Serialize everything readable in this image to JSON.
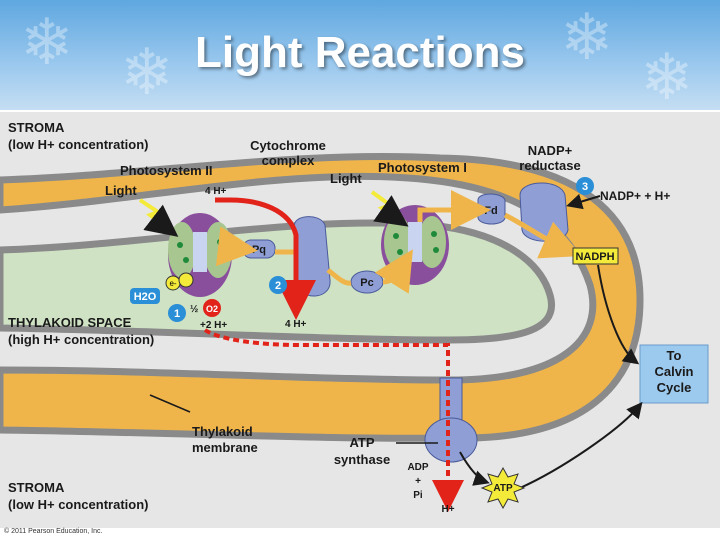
{
  "slide": {
    "title": "Light Reactions"
  },
  "labels": {
    "stroma_top": "STROMA",
    "stroma_top_sub": "(low H+ concentration)",
    "photosystem2": "Photosystem II",
    "cytochrome_line1": "Cytochrome",
    "cytochrome_line2": "complex",
    "photosystem1": "Photosystem I",
    "nadp_reductase_line1": "NADP+",
    "nadp_reductase_line2": "reductase",
    "light_left": "Light",
    "light_right": "Light",
    "h_in": "4 H+",
    "pq": "Pq",
    "pc": "Pc",
    "fd": "Fd",
    "nadp_plus_h": "NADP+ + H+",
    "nadph": "NADPH",
    "h2o": "H2O",
    "e_minus": "e-",
    "half": "½",
    "o2": "O2",
    "two_h": "+2 H+",
    "thylakoid_space": "THYLAKOID SPACE",
    "thylakoid_space_sub": "(high H+ concentration)",
    "four_h_lumen": "4 H+",
    "calvin_line1": "To",
    "calvin_line2": "Calvin",
    "calvin_line3": "Cycle",
    "thylakoid_membrane_line1": "Thylakoid",
    "thylakoid_membrane_line2": "membrane",
    "atp_synthase_line1": "ATP",
    "atp_synthase_line2": "synthase",
    "adp": "ADP",
    "plus": "+",
    "pi": "Pi",
    "atp": "ATP",
    "h_out": "H+",
    "stroma_bottom": "STROMA",
    "stroma_bottom_sub": "(low H+ concentration)",
    "step1": "1",
    "step2": "2",
    "step3": "3",
    "credit": "© 2011 Pearson Education, Inc."
  },
  "colors": {
    "header": "#7db6e8",
    "membrane": "#f0b54a",
    "lumen": "#cfe3c4",
    "protein": "#8f9fd6",
    "photosystem": "#8a4f9c",
    "red_arrow": "#e2231a",
    "step_circle": "#2a8fd6",
    "calvin_box": "#9cc9ee",
    "atp_star": "#f4ea3a"
  }
}
